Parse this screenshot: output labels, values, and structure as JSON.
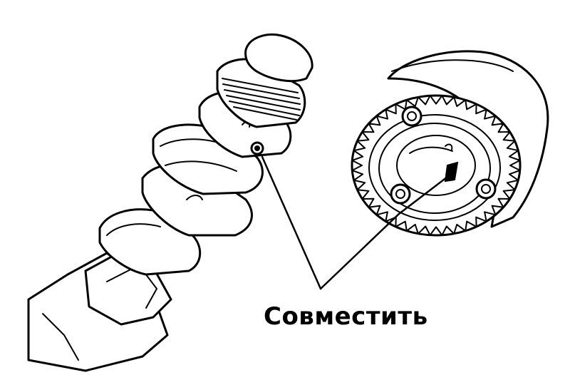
{
  "callout": {
    "label": "Совместить"
  },
  "colors": {
    "ink": "#000000",
    "paper": "#ffffff"
  },
  "icons": {
    "camshaft": "camshaft-illustration",
    "sprocket": "sprocket-gear-illustration",
    "pin": "alignment-pin-icon",
    "hole": "alignment-hole-icon"
  }
}
